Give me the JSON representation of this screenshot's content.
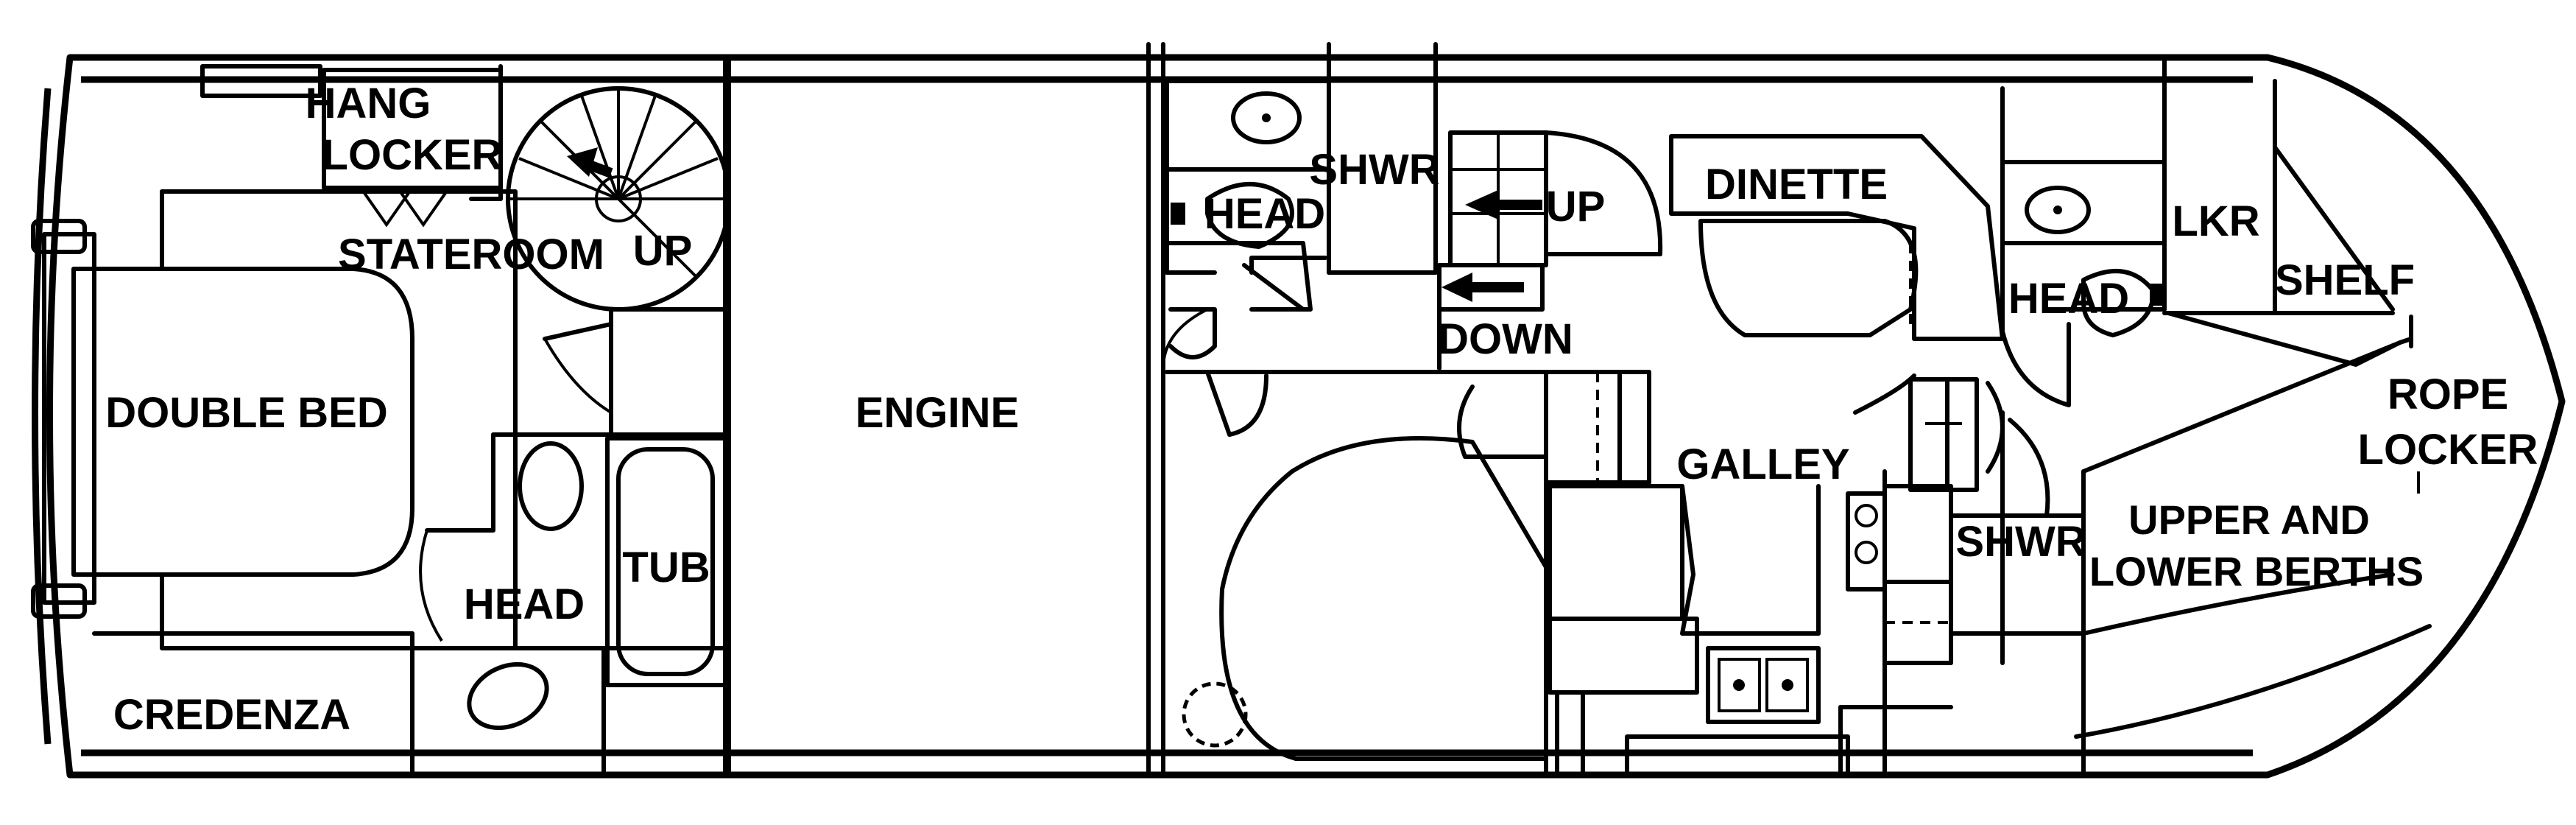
{
  "labels": {
    "hang_locker": [
      "HANG",
      "LOCKER"
    ],
    "stateroom": "STATEROOM",
    "up_aft": "UP",
    "double_bed": "DOUBLE BED",
    "head_aft": "HEAD",
    "tub": "TUB",
    "credenza": "CREDENZA",
    "engine": "ENGINE",
    "head_mid": "HEAD",
    "shwr_mid": "SHWR",
    "up_mid": "UP",
    "down": "DOWN",
    "dinette": "DINETTE",
    "galley": "GALLEY",
    "lkr": "LKR",
    "shelf": "SHELF",
    "head_fwd": "HEAD",
    "rope_locker": [
      "ROPE",
      "LOCKER"
    ],
    "shwr_fwd": "SHWR",
    "berths": [
      "UPPER AND",
      "LOWER BERTHS"
    ]
  },
  "icons": [
    "spiral-stair-icon",
    "arrow-left-icon",
    "toilet-icon",
    "sink-icon",
    "stove-icon",
    "door-swing-icon"
  ]
}
